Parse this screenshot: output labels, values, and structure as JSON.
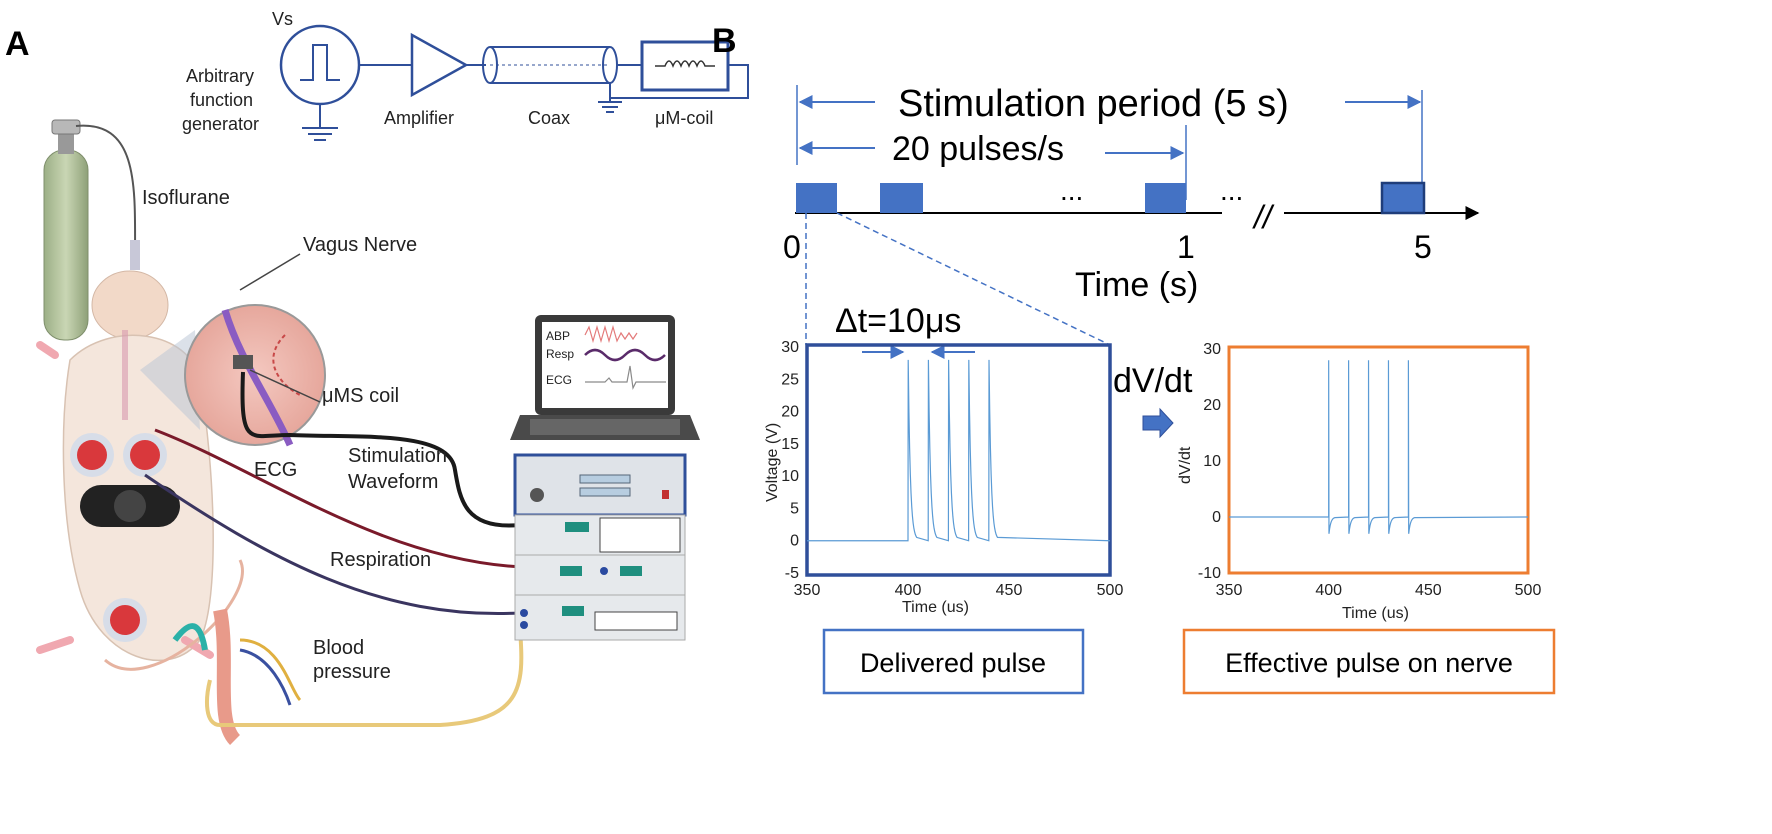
{
  "panel_a": {
    "label": "A",
    "circuit": {
      "source_label": "Vs",
      "generator_label": [
        "Arbitrary",
        "function",
        "generator"
      ],
      "amplifier_label": "Amplifier",
      "coax_label": "Coax",
      "coil_label": "μM-coil"
    },
    "labels": {
      "isoflurane": "Isoflurane",
      "vagus_nerve": "Vagus Nerve",
      "ums_coil": "μMS coil",
      "stimulation": [
        "Stimulation",
        "Waveform"
      ],
      "ecg": "ECG",
      "respiration": "Respiration",
      "blood_pressure": [
        "Blood",
        "pressure"
      ]
    },
    "monitor": {
      "abp": "ABP",
      "resp": "Resp",
      "ecg": "ECG"
    },
    "colors": {
      "ecg_cable": "#7a1a2a",
      "resp_cable": "#3a3560",
      "stim_cable": "#1a1a1a",
      "bp_tube": "#e8c97a",
      "circuit": "#2f4f9a"
    }
  },
  "panel_b": {
    "label": "B",
    "timeline": {
      "period_label": "Stimulation period (5 s)",
      "rate_label": "20 pulses/s",
      "ellipsis": "...",
      "break_mark": "//",
      "ticks": [
        "0",
        "1",
        "5"
      ],
      "xlabel": "Time (s)",
      "block_color": "#4472c4",
      "block_color_last": "#2e4f9e"
    },
    "dt_label": "Δt=10μs",
    "arrow_label": "dV/dt",
    "box_left": "Delivered pulse",
    "box_right": "Effective pulse on nerve",
    "left_frame_color": "#2f4f9a",
    "right_frame_color": "#ed7d31",
    "box_left_color": "#4472c4",
    "box_right_color": "#ed7d31"
  },
  "chart_data": [
    {
      "type": "line",
      "title": "",
      "xlabel": "Time (us)",
      "ylabel": "Voltage (V)",
      "xlim": [
        350,
        500
      ],
      "ylim": [
        -5,
        30
      ],
      "xticks": [
        350,
        400,
        450,
        500
      ],
      "yticks": [
        -5,
        0,
        5,
        10,
        15,
        20,
        25,
        30
      ],
      "baseline": 0,
      "pulse_onsets": [
        400,
        410,
        420,
        430,
        440
      ],
      "pulse_peak": 28,
      "color": "#5b9bd5"
    },
    {
      "type": "line",
      "title": "",
      "xlabel": "Time (us)",
      "ylabel": "dV/dt",
      "xlim": [
        350,
        500
      ],
      "ylim": [
        -10,
        30
      ],
      "xticks": [
        350,
        400,
        450,
        500
      ],
      "yticks": [
        -10,
        0,
        10,
        20,
        30
      ],
      "baseline": 0,
      "spike_times": [
        400,
        410,
        420,
        430,
        440
      ],
      "spike_peak": 28,
      "undershoot": -3,
      "color": "#5b9bd5"
    }
  ]
}
